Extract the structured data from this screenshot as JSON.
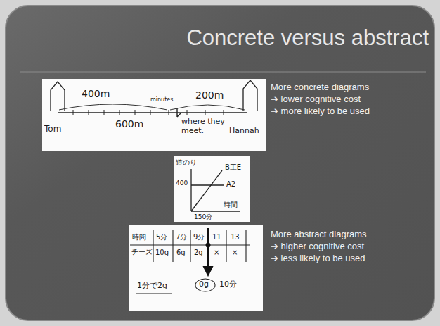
{
  "diagram": {
    "title": "Concrete versus abstract",
    "labels": [
      "400m",
      "200m",
      "minutes",
      "Tom",
      "600m",
      "where they meet.",
      "Hannah",
      "More concrete diagrams",
      "➔ lower cognitive cost",
      "➔ more likely to be used",
      "道のり",
      "B工E",
      "400",
      "A2",
      "150分",
      "時間",
      "More abstract diagrams",
      "➔ higher cognitive cost",
      "➔ less likely to be used",
      "時間",
      "5分",
      "7分",
      "9分",
      "11",
      "13",
      "チーズ",
      "10g",
      "6g",
      "2g",
      "×",
      "×",
      "1分で2g",
      "0g",
      "10分"
    ]
  }
}
